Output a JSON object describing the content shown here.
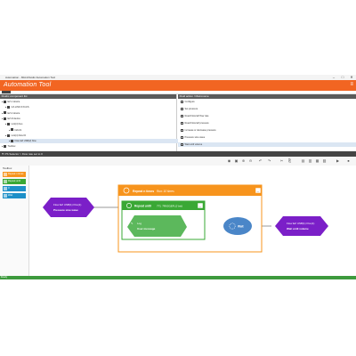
{
  "window": {
    "title": "Automation - MicroFluidic Automation Tool",
    "minimize": "–",
    "maximize": "□",
    "close": "✕"
  },
  "app": {
    "title": "Automation Tool",
    "menu_icon": "≡"
  },
  "left_panel": {
    "header": "Fluidic component list",
    "items": [
      {
        "label": "EZ-1 device",
        "selected": false
      },
      {
        "label": "CZ-LINK-5 Poz/S",
        "selected": false
      },
      {
        "label": "EZ-2 device",
        "selected": false
      },
      {
        "label": "EZ-D device",
        "selected": false
      },
      {
        "label": "Link(4) bus",
        "selected": false
      },
      {
        "label": "bidi-01",
        "selected": false
      },
      {
        "label": "Link(4) flow ID",
        "selected": false
      },
      {
        "label": "Flow EZ USB(2) flow",
        "selected": true
      },
      {
        "label": "Toolbox",
        "selected": false
      }
    ]
  },
  "right_panel": {
    "header": "Fluid action / Metronome",
    "items": [
      {
        "label": "Configure",
        "selected": false
      },
      {
        "label": "Set pressure",
        "selected": false
      },
      {
        "label": "Read Flow EZ flow rate",
        "selected": false
      },
      {
        "label": "Read Flow EZ pressure",
        "selected": false
      },
      {
        "label": "Increase or decrease pressure",
        "selected": false
      },
      {
        "label": "Pressure sine wave",
        "selected": false
      },
      {
        "label": "Wait until volume",
        "selected": true
      }
    ]
  },
  "pathbar": {
    "text": "PS Selector > Flow rate set to 0"
  },
  "toolbar": {
    "icons": [
      "◉",
      "▣",
      "⊕",
      "⊖",
      "↶",
      "↷",
      "✂",
      "⎘",
      "▤",
      "▥",
      "▦",
      "▧",
      "▶",
      "⏹"
    ]
  },
  "toolbox": {
    "header": "Toolbox",
    "items": [
      {
        "label": "Repeat n times",
        "color": "#f7941d"
      },
      {
        "label": "Repeat until",
        "color": "#3aa835"
      },
      {
        "label": "If",
        "color": "#1e90c8"
      },
      {
        "label": "Wait",
        "color": "#1e90c8"
      }
    ]
  },
  "flow": {
    "start_block": {
      "title": "Flow EZ USB(1) Pos(1)",
      "subtitle": "Pressure sine wave",
      "color": "#7b1fc8"
    },
    "repeat_block": {
      "label": "Repeat n times",
      "detail": "Run: 10 times",
      "color": "#f7941d",
      "collapse": "–"
    },
    "repeat_until_block": {
      "label": "Repeat until",
      "detail": "TTL TRIGGER (2 lnk)",
      "color": "#3aa835",
      "collapse": "–"
    },
    "log_block": {
      "label": "Log",
      "detail": "User message",
      "color": "#5cb85c"
    },
    "wait_block": {
      "label": "Wait",
      "color": "#4a86c8"
    },
    "end_block": {
      "title": "Flow EZ USB(1) Pos(1)",
      "subtitle": "Wait until volume",
      "color": "#7b1fc8"
    }
  },
  "status": {
    "text": "Ready"
  }
}
